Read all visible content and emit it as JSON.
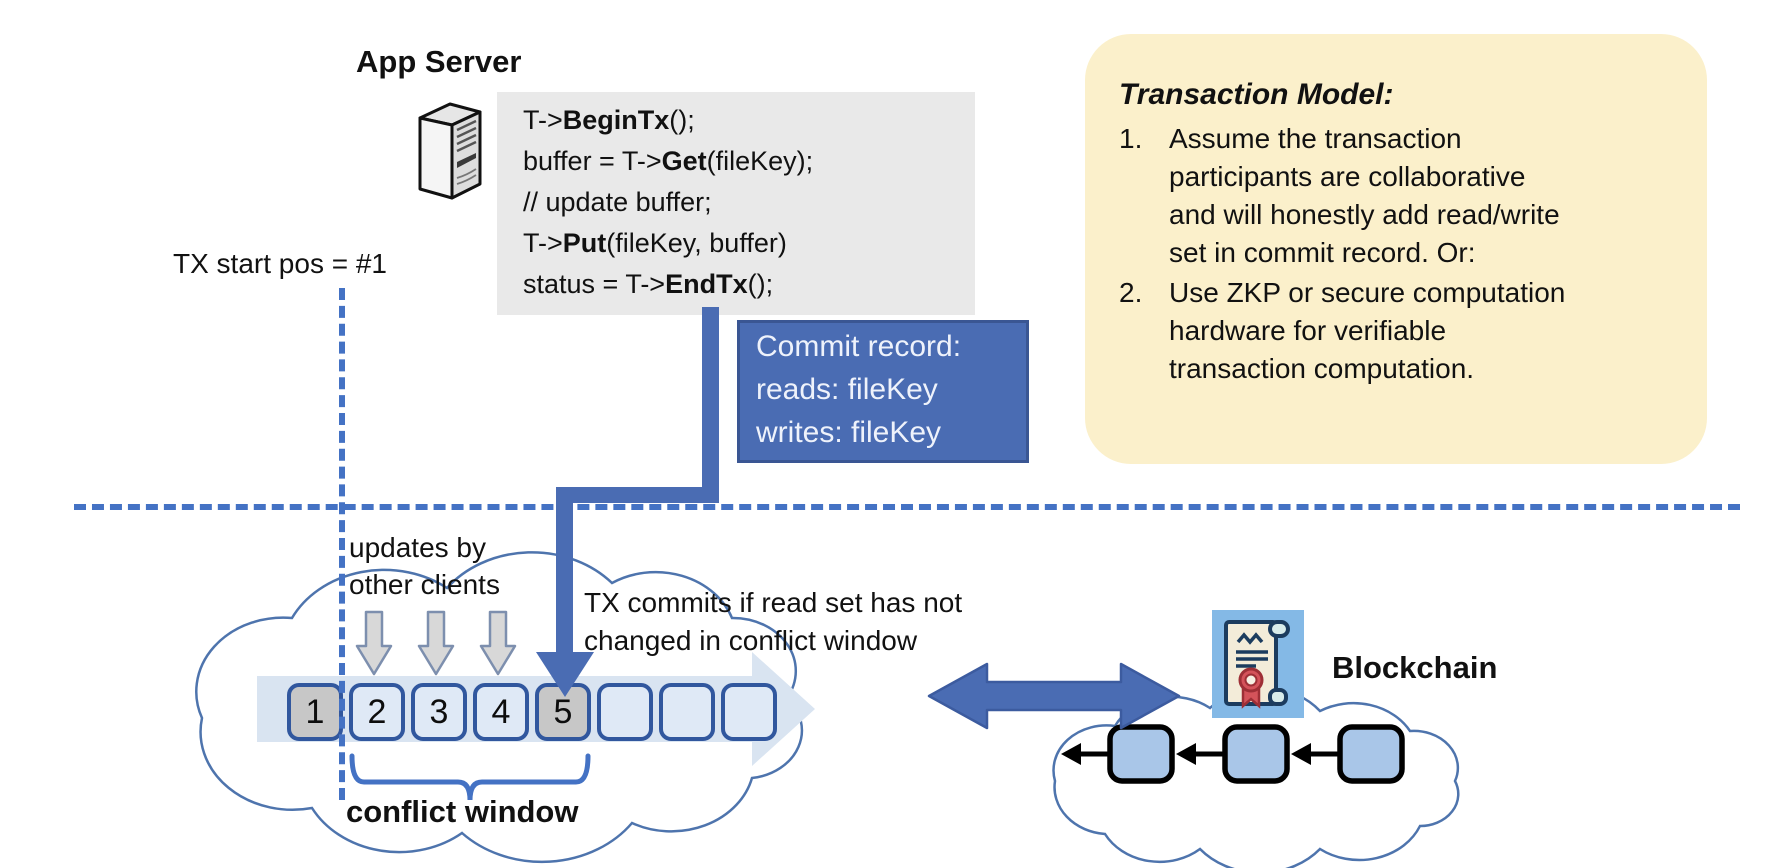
{
  "app_server": {
    "label": "App Server"
  },
  "code_block": {
    "lines": [
      "T->BeginTx();",
      "buffer = T->Get(fileKey);",
      "// update buffer;",
      "T->Put(fileKey, buffer)",
      "status = T->EndTx();"
    ],
    "bold_tokens": [
      "BeginTx",
      "Get",
      "Put",
      "EndTx"
    ]
  },
  "tx_start_label": "TX start pos = #1",
  "commit_record": {
    "lines": [
      "Commit record:",
      "reads: fileKey",
      "writes: fileKey"
    ]
  },
  "transaction_model": {
    "title": "Transaction Model:",
    "items": [
      "Assume the transaction\nparticipants are collaborative\nand will honestly add read/write\nset in commit record.  Or:",
      "Use ZKP or secure computation\nhardware for verifiable\ntransaction computation."
    ]
  },
  "timeline": {
    "updates_label": "updates by\nother clients",
    "commit_note": "TX commits if read set has not\nchanged in conflict window",
    "conflict_window_label": "conflict window",
    "blocks": [
      {
        "label": "1",
        "highlighted": true
      },
      {
        "label": "2",
        "highlighted": false
      },
      {
        "label": "3",
        "highlighted": false
      },
      {
        "label": "4",
        "highlighted": false
      },
      {
        "label": "5",
        "highlighted": true
      },
      {
        "label": "",
        "highlighted": false
      },
      {
        "label": "",
        "highlighted": false
      },
      {
        "label": "",
        "highlighted": false
      }
    ]
  },
  "blockchain": {
    "label": "Blockchain",
    "block_count": 3
  },
  "colors": {
    "accent_blue": "#4a6cb3",
    "dashed_blue": "#4472c4",
    "block_border": "#31579e",
    "block_fill": "#dfe9f6",
    "block_gray": "#c7c7c7",
    "band_fill": "#d9e4f1",
    "code_bg": "#e9e9e9",
    "note_bg": "#fbf0cb",
    "cloud_stroke": "#4e74ad",
    "chain_block_fill": "#a9c6e8",
    "seal_red": "#d4535a"
  }
}
